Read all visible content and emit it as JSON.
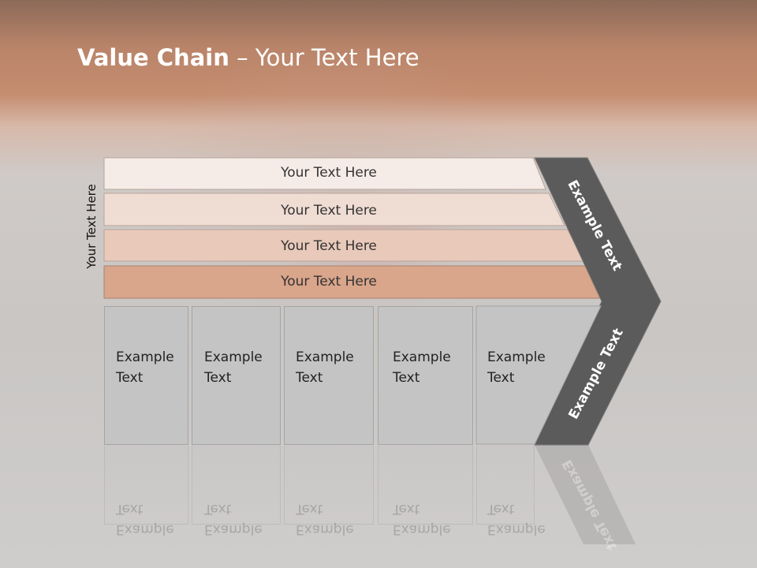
{
  "title": {
    "bold": "Value Chain",
    "rest": " – Your Text Here"
  },
  "side_label": "Your Text Here",
  "rows": [
    "Your Text Here",
    "Your Text Here",
    "Your Text Here",
    "Your Text Here"
  ],
  "boxes": [
    {
      "line1": "Example",
      "line2": "Text"
    },
    {
      "line1": "Example",
      "line2": "Text"
    },
    {
      "line1": "Example",
      "line2": "Text"
    },
    {
      "line1": "Example",
      "line2": "Text"
    },
    {
      "line1": "Example",
      "line2": "Text"
    }
  ],
  "arrow": {
    "upper": "Example Text",
    "lower": "Example Text"
  },
  "colors": {
    "row1": "#f5ece8",
    "row2": "#efdcd3",
    "row3": "#e8c9ba",
    "row4": "#d9a58b",
    "arrow": "#5b5b5b",
    "box": "#c4c4c4"
  }
}
